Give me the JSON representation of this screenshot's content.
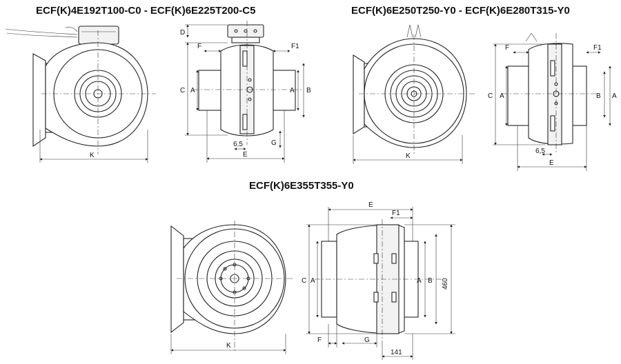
{
  "titles": {
    "top_left": "ECF(K)4E192T100-C0 - ECF(K)6E225T200-C5",
    "top_right": "ECF(K)6E250T250-Y0 - ECF(K)6E280T315-Y0",
    "bottom": "ECF(K)6E355T355-Y0"
  },
  "labels": {
    "A": "A",
    "B": "B",
    "C": "C",
    "D": "D",
    "E": "E",
    "F": "F",
    "F1": "F1",
    "G": "G",
    "K": "K",
    "v65": "6,5",
    "v460": "460",
    "v141": "141"
  }
}
